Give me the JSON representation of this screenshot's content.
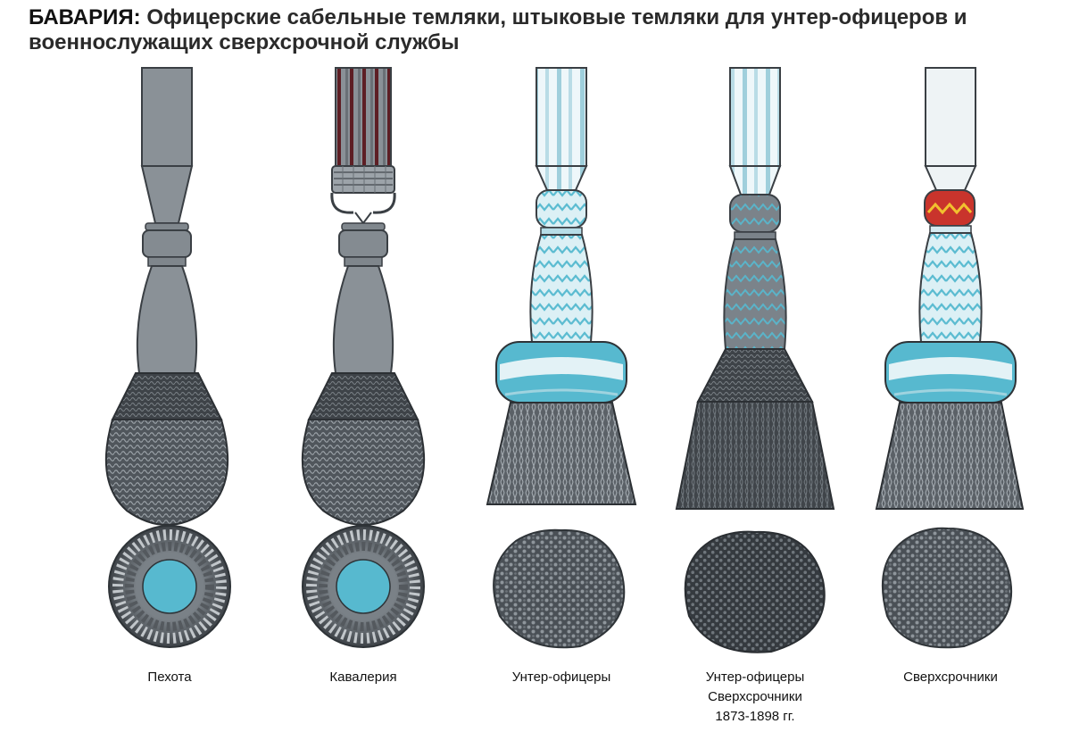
{
  "header": {
    "label": "БАВАРИЯ:",
    "description": "Офицерские сабельные темляки, штыковые темляки для унтер-офицеров и военнослужащих сверхсрочной службы"
  },
  "items": [
    {
      "caption_lines": [
        "Пехота"
      ]
    },
    {
      "caption_lines": [
        "Кавалерия"
      ]
    },
    {
      "caption_lines": [
        "Унтер-офицеры"
      ]
    },
    {
      "caption_lines": [
        "Унтер-офицеры",
        "Сверхсрочники",
        "1873-1898 гг."
      ]
    },
    {
      "caption_lines": [
        "Сверхсрочники"
      ]
    }
  ],
  "colors": {
    "grey": "#8c9399",
    "grey_dark": "#5a6066",
    "mesh": "#4f545a",
    "mesh_dark": "#3b4045",
    "light_blue": "#57b9cf",
    "pale_blue": "#d9eef4",
    "red": "#c9342c",
    "yellow": "#f2c12e"
  }
}
